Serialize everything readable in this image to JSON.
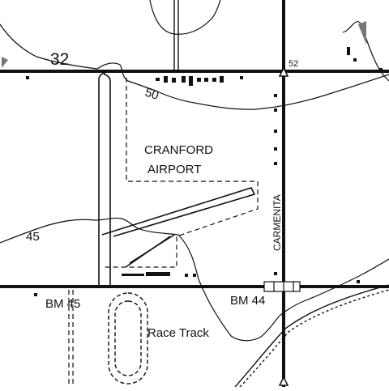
{
  "map": {
    "section_number": "32",
    "airport_name_line1": "CRANFORD",
    "airport_name_line2": "AIRPORT",
    "road_name": "CARMENITA",
    "race_track_label": "Race Track",
    "benchmarks": [
      {
        "label": "BM 45"
      },
      {
        "label": "BM 44"
      }
    ],
    "contour_labels": [
      {
        "label": "50"
      },
      {
        "label": "45"
      }
    ],
    "spot_elevation": "52",
    "colors": {
      "ink": "#111111",
      "paper": "#ffffff"
    }
  }
}
